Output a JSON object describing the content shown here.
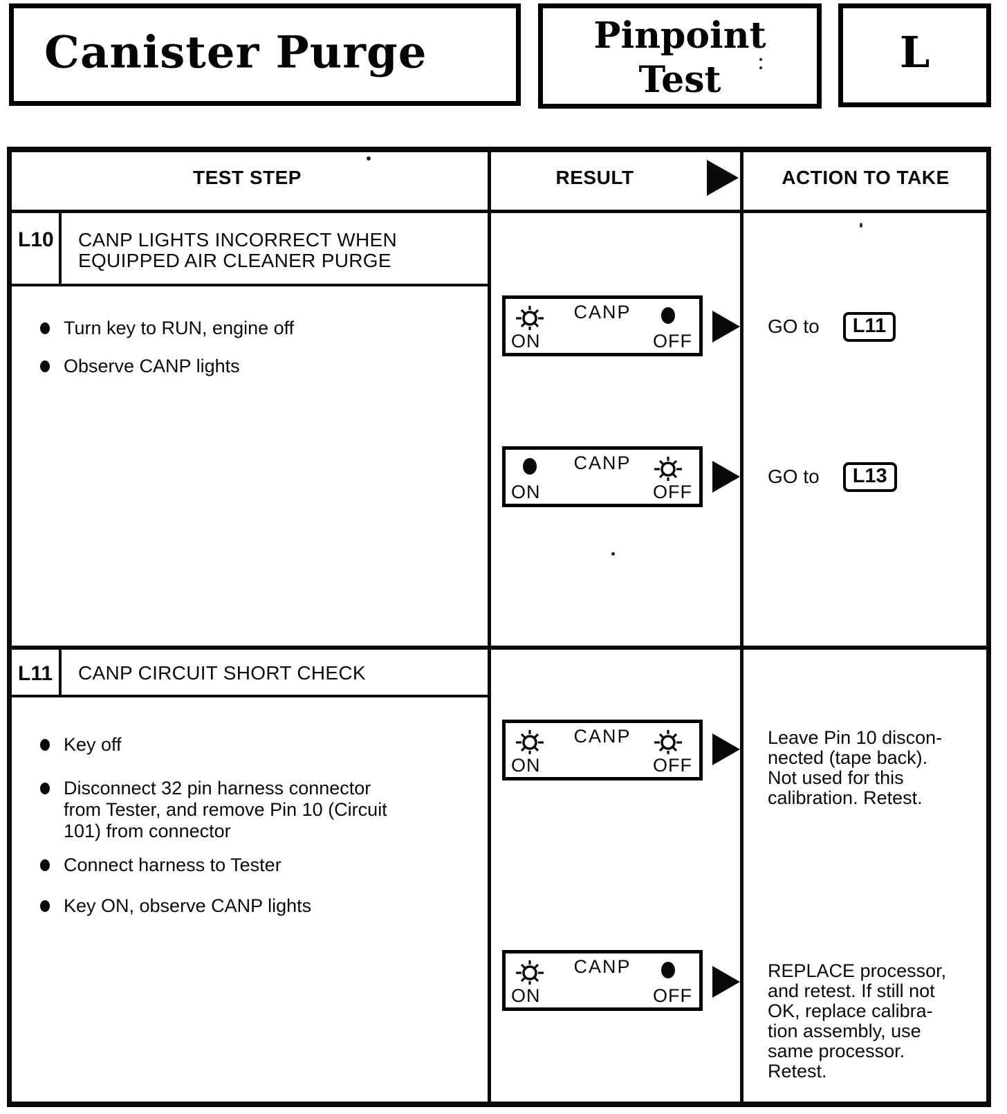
{
  "doc": {
    "header": {
      "left_title": "Canister Purge",
      "center_title": "Pinpoint\nTest",
      "right_title": "L"
    },
    "table": {
      "columns": {
        "test_step": "TEST STEP",
        "result": "RESULT",
        "action": "ACTION TO TAKE"
      },
      "rows": [
        {
          "id": "L10",
          "title": "CANP LIGHTS INCORRECT WHEN\nEQUIPPED AIR CLEANER PURGE",
          "steps": [
            "Turn key to RUN, engine off",
            "Observe CANP lights"
          ],
          "results": [
            {
              "canp": "CANP",
              "on": "ON",
              "off": "OFF",
              "on_state": "lit",
              "off_state": "dark",
              "action": {
                "prefix": "GO to",
                "target": "L11"
              }
            },
            {
              "canp": "CANP",
              "on": "ON",
              "off": "OFF",
              "on_state": "dark",
              "off_state": "lit",
              "action": {
                "prefix": "GO to",
                "target": "L13"
              }
            }
          ]
        },
        {
          "id": "L11",
          "title": "CANP CIRCUIT SHORT CHECK",
          "steps": [
            "Key off",
            "Disconnect 32 pin harness connector\nfrom Tester, and remove Pin 10 (Circuit\n101) from connector",
            "Connect harness to Tester",
            "Key ON, observe CANP lights"
          ],
          "results": [
            {
              "canp": "CANP",
              "on": "ON",
              "off": "OFF",
              "on_state": "lit",
              "off_state": "lit",
              "action": {
                "text": "Leave Pin 10 discon-\nnected (tape back).\nNot used for this\ncalibration. Retest."
              }
            },
            {
              "canp": "CANP",
              "on": "ON",
              "off": "OFF",
              "on_state": "lit",
              "off_state": "dark",
              "action": {
                "text": "REPLACE processor,\nand retest. If still not\nOK, replace calibra-\ntion assembly, use\nsame processor.\nRetest."
              }
            }
          ]
        }
      ]
    }
  }
}
